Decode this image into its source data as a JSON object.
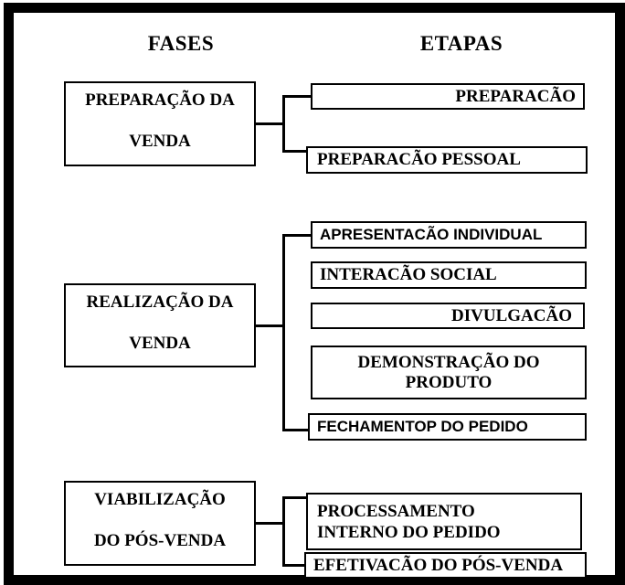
{
  "headers": {
    "fases": "FASES",
    "etapas": "ETAPAS"
  },
  "fases": [
    {
      "line1": "PREPARAÇÃO DA",
      "line2": "VENDA"
    },
    {
      "line1": "REALIZAÇÃO DA",
      "line2": "VENDA"
    },
    {
      "line1": "VIABILIZAÇÃO",
      "line2": "DO PÓS-VENDA"
    }
  ],
  "etapas": [
    {
      "label": "PREPARACÃO"
    },
    {
      "label": "PREPARACÃO PESSOAL"
    },
    {
      "label": "APRESENTACÃO INDIVIDUAL"
    },
    {
      "label": "INTERACÃO SOCIAL"
    },
    {
      "label": "DIVULGACÃO"
    },
    {
      "line1": "DEMONSTRAÇÃO DO",
      "line2": "PRODUTO"
    },
    {
      "label": "FECHAMENTOP DO PEDIDO"
    },
    {
      "line1": "PROCESSAMENTO",
      "line2": "INTERNO DO PEDIDO"
    },
    {
      "label": "EFETIVACÃO DO PÓS-VENDA"
    }
  ],
  "colors": {
    "ink": "#000000",
    "paper": "#ffffff"
  }
}
